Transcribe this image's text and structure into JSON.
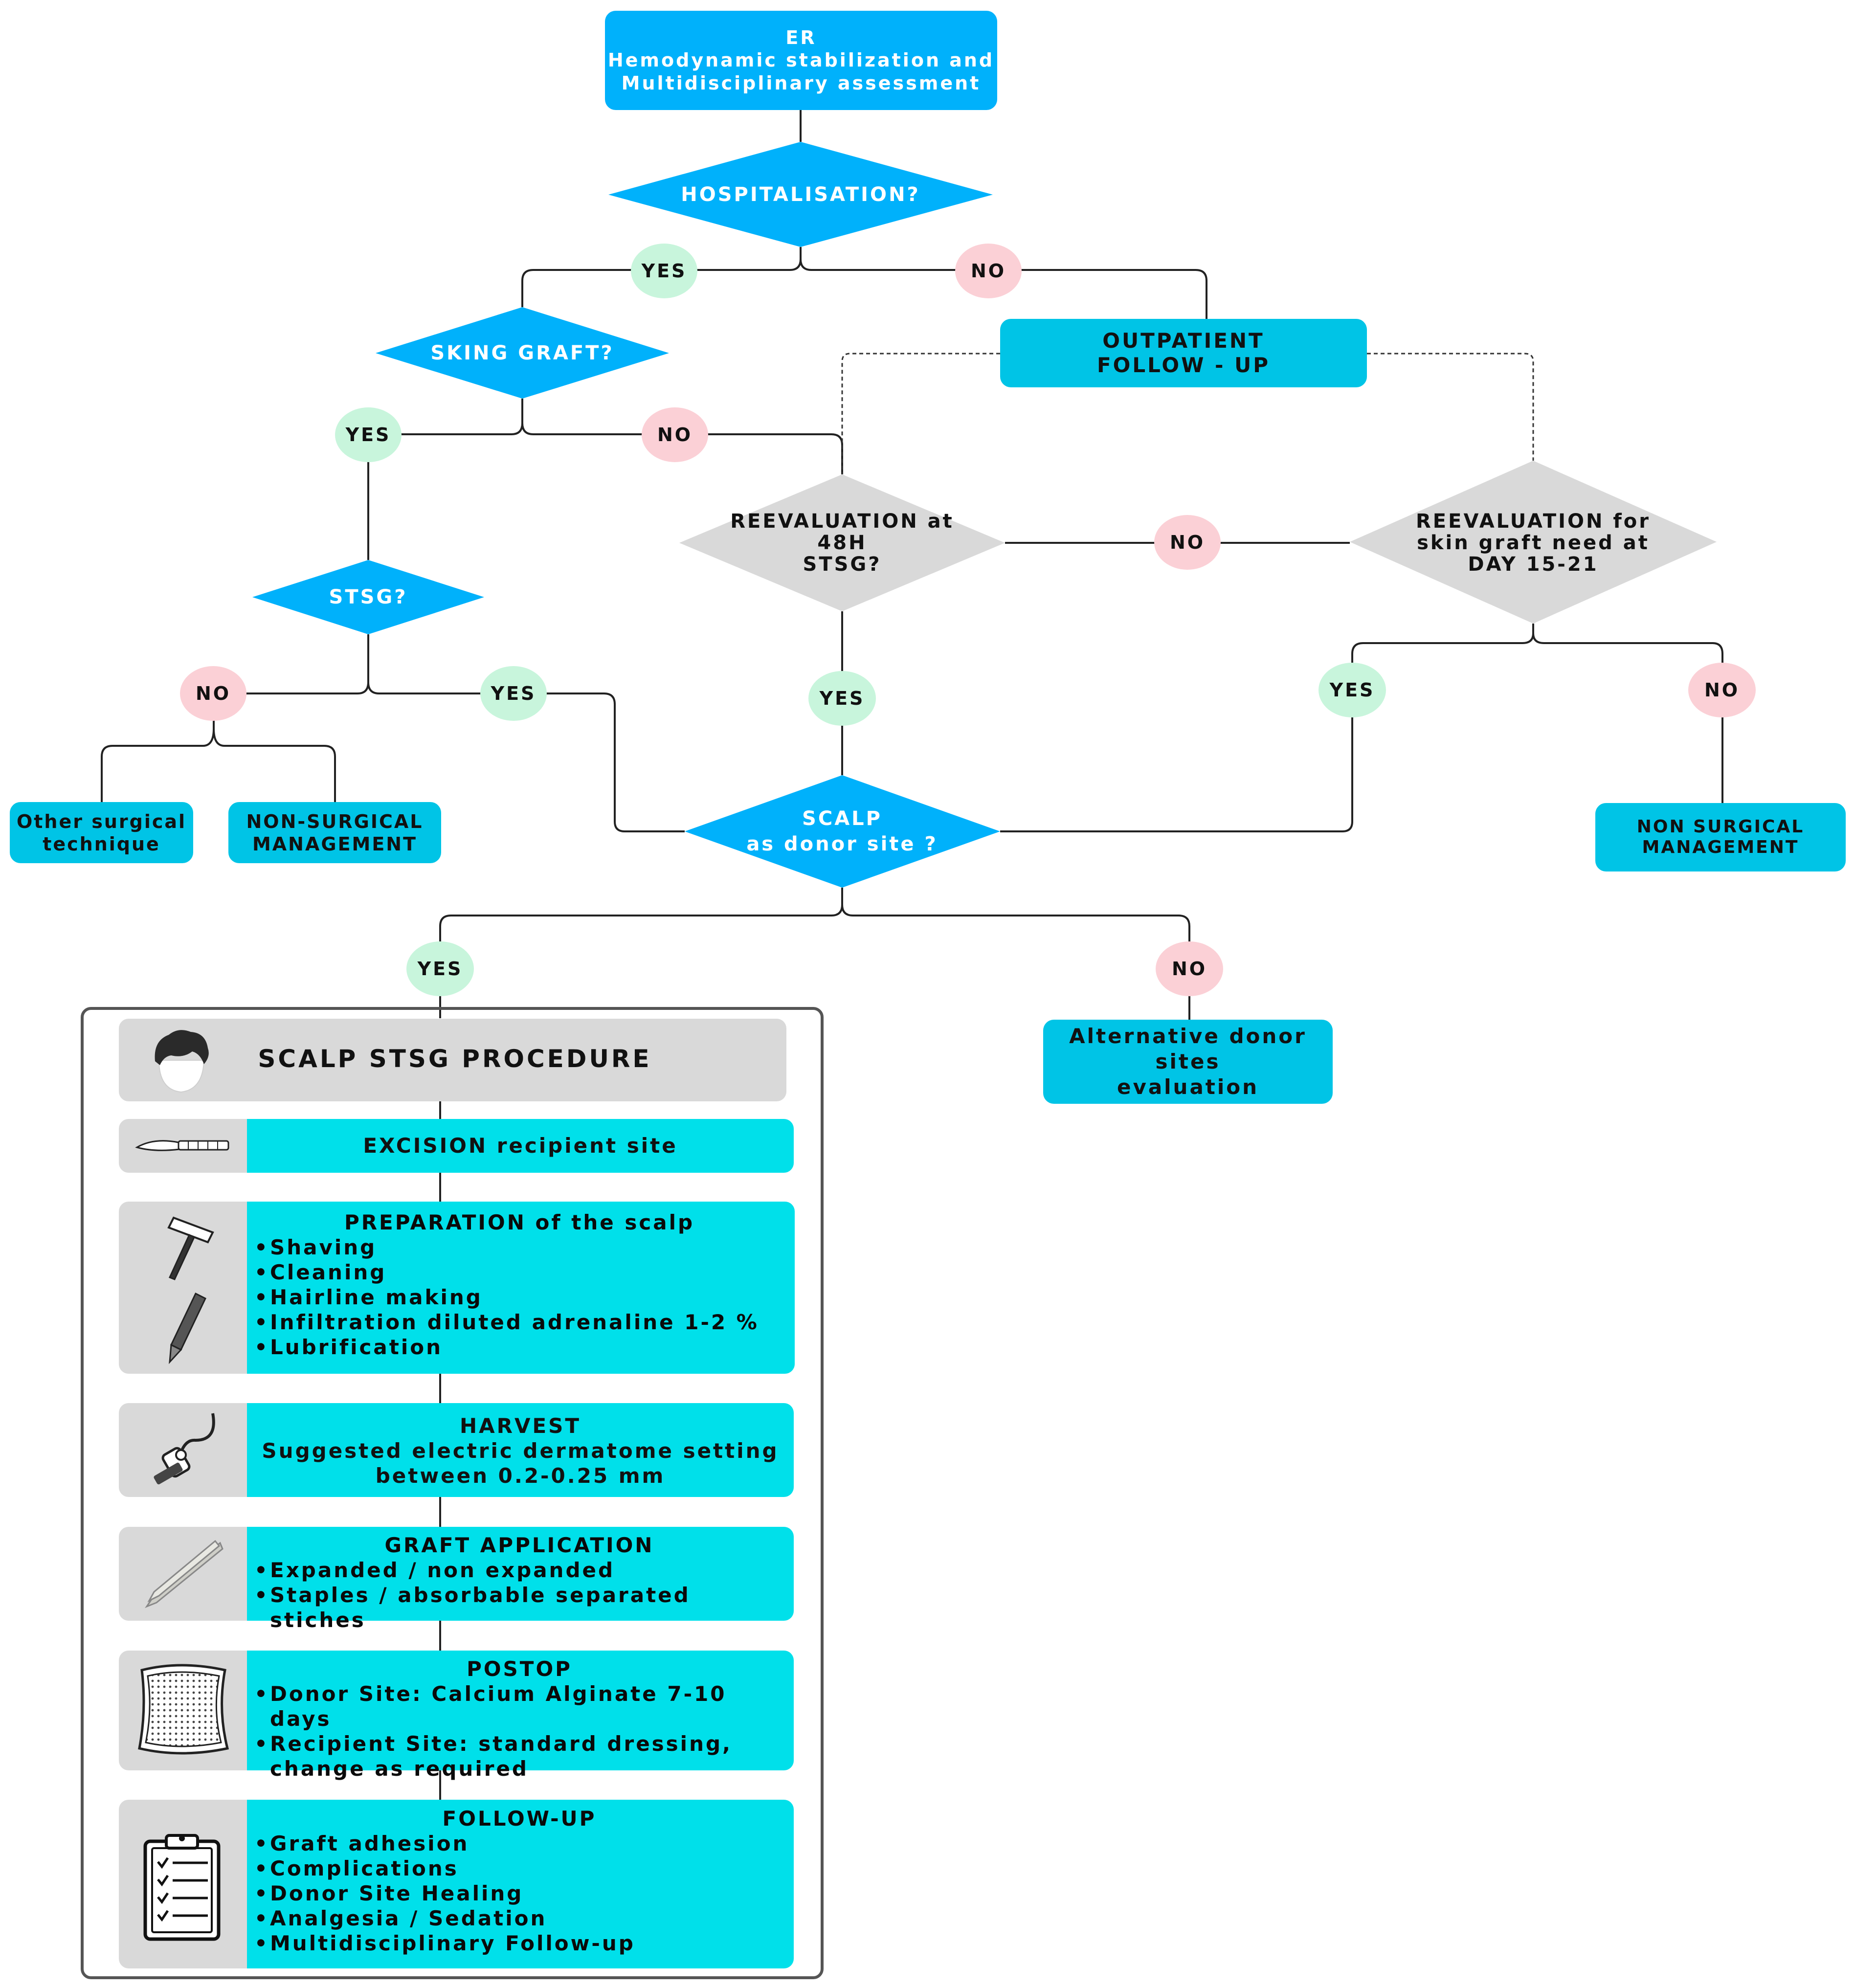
{
  "colors": {
    "primary_blue": "#00b1fb",
    "teal_box": "#00c4e6",
    "cyan_step": "#00e0ea",
    "grey": "#d9d9d9",
    "yes_bubble": "#c8f5dc",
    "no_bubble": "#fbd0d6"
  },
  "er": {
    "line1": "ER",
    "line2": "Hemodynamic stabilization and",
    "line3": "Multidisciplinary assessment"
  },
  "hospitalisation": "HOSPITALISATION?",
  "skin_graft": "SKING GRAFT?",
  "stsg": "STSG?",
  "outpatient": {
    "line1": "OUTPATIENT",
    "line2": "FOLLOW - UP"
  },
  "reeval_48h": {
    "line1": "REEVALUATION at",
    "line2": "48H",
    "line3": "STSG?"
  },
  "reeval_day": {
    "line1": "REEVALUATION for",
    "line2": "skin graft need at",
    "line3": "DAY 15-21"
  },
  "scalp_donor": {
    "line1": "SCALP",
    "line2": "as donor site ?"
  },
  "other_surgical": {
    "line1": "Other surgical",
    "line2": "technique"
  },
  "non_surgical_left": {
    "line1": "NON-SURGICAL",
    "line2": "MANAGEMENT"
  },
  "non_surgical_right": {
    "line1": "NON SURGICAL",
    "line2": "MANAGEMENT"
  },
  "alternative": {
    "line1": "Alternative donor sites",
    "line2": "evaluation"
  },
  "labels": {
    "yes": "YES",
    "no": "NO"
  },
  "procedure": {
    "title": "SCALP STSG PROCEDURE",
    "excision": "EXCISION recipient site",
    "preparation": {
      "title": "PREPARATION of the scalp",
      "items": [
        "Shaving",
        "Cleaning",
        "Hairline making",
        "Infiltration diluted adrenaline 1-2 %",
        "Lubrification"
      ]
    },
    "harvest": {
      "title": "HARVEST",
      "line1": "Suggested electric dermatome setting",
      "line2": "between 0.2-0.25 mm"
    },
    "graft_application": {
      "title": "GRAFT APPLICATION",
      "items": [
        "Expanded / non expanded",
        "Staples / absorbable separated stiches"
      ]
    },
    "postop": {
      "title": "POSTOP",
      "items": [
        "Donor Site: Calcium Alginate 7-10 days",
        "Recipient Site: standard dressing, change as required"
      ]
    },
    "follow_up": {
      "title": "FOLLOW-UP",
      "items": [
        "Graft adhesion",
        "Complications",
        "Donor Site Healing",
        "Analgesia / Sedation",
        "Multidisciplinary Follow-up"
      ]
    }
  },
  "icons": [
    "head-icon",
    "scalpel-icon",
    "razor-icon",
    "marker-pen-icon",
    "dermatome-icon",
    "forceps-icon",
    "alginate-dressing-icon",
    "clipboard-icon"
  ]
}
